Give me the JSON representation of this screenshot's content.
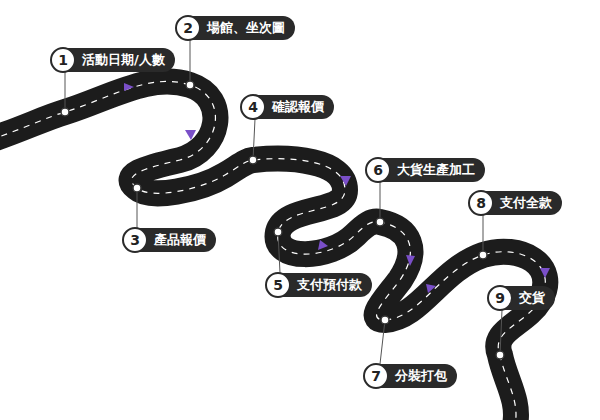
{
  "diagram": {
    "nodes": [
      {
        "text": [
          "1",
          "活動日期/人數"
        ]
      },
      {
        "text": [
          "2",
          "場館、坐次圖"
        ]
      },
      {
        "text": [
          "3",
          "產品報價"
        ]
      },
      {
        "text": [
          "4",
          "確認報價"
        ]
      },
      {
        "text": [
          "5",
          "支付預付款"
        ]
      },
      {
        "text": [
          "6",
          "大貨生產加工"
        ]
      },
      {
        "text": [
          "7",
          "分裝打包"
        ]
      },
      {
        "text": [
          "8",
          "支付全款"
        ]
      },
      {
        "text": [
          "9",
          "交貨"
        ]
      }
    ]
  }
}
